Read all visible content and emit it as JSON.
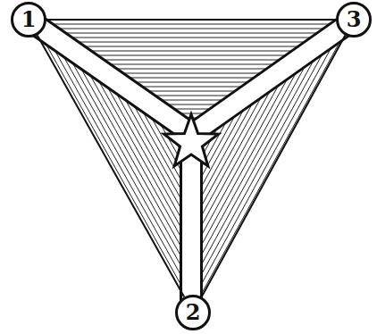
{
  "diagram": {
    "nodes": [
      {
        "text": [
          "1"
        ]
      },
      {
        "text": [
          "3"
        ]
      },
      {
        "text": [
          "2"
        ]
      }
    ],
    "edges": [
      {
        "from": 0,
        "to": 1,
        "arrow": "none"
      },
      {
        "from": 0,
        "to": 2,
        "arrow": "none"
      },
      {
        "from": 1,
        "to": 2,
        "arrow": "none"
      }
    ]
  }
}
